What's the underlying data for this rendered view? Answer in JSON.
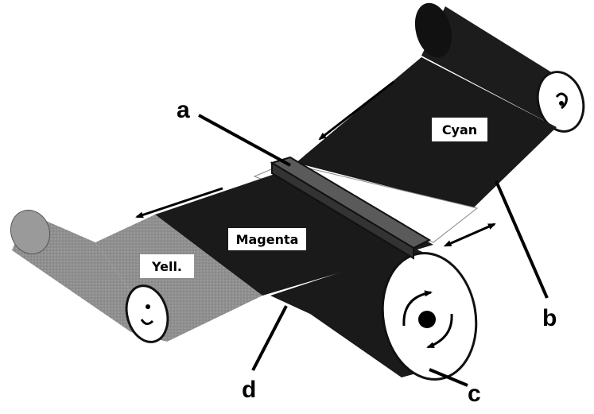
{
  "diagram": {
    "band_labels": {
      "cyan": "Cyan",
      "magenta": "Magenta",
      "yellow": "Yell."
    },
    "callouts": {
      "a": "a",
      "b": "b",
      "c": "c",
      "d": "d"
    }
  },
  "colors": {
    "ribbon_dark": "#1a1a1a",
    "ribbon_yellow": "#8f8f8f",
    "roller_dark": "#1c1c1c",
    "roller_gray": "#9a9a9a",
    "paper": "#ffffff",
    "print_head": "#5a5a5a"
  },
  "icons": [
    "rotation-arrow-icon",
    "feed-arrow-icon",
    "double-arrow-icon"
  ]
}
